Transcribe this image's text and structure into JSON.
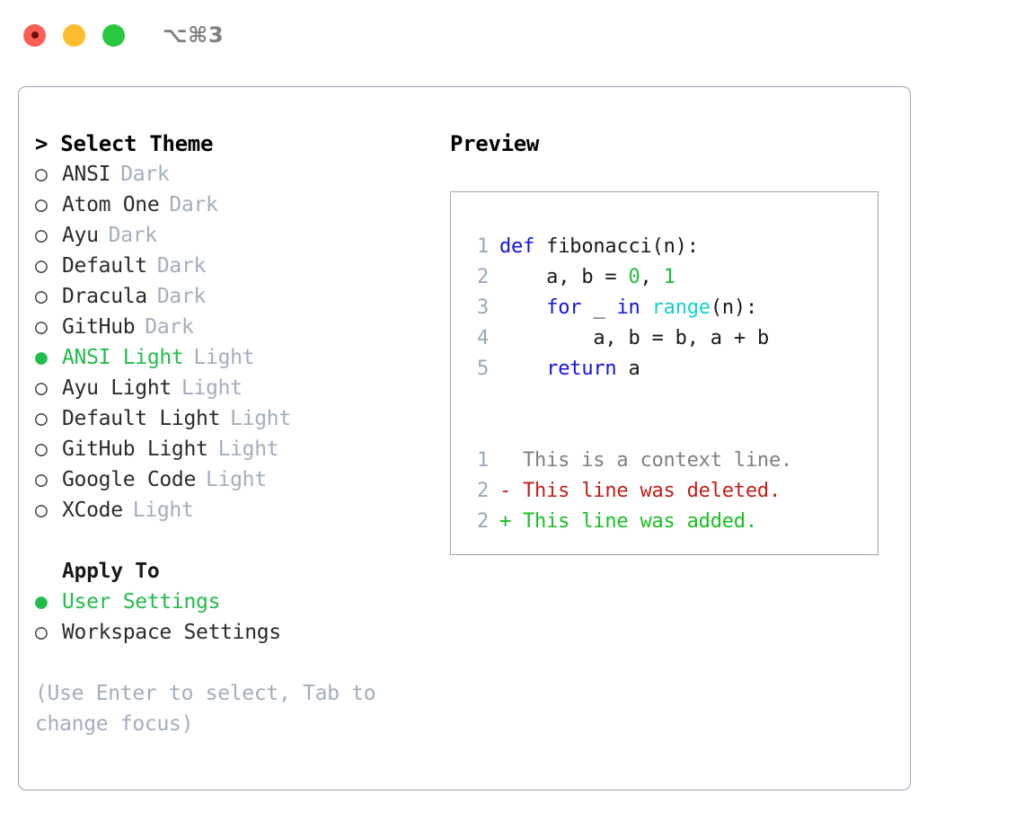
{
  "window": {
    "title": "⌥⌘3",
    "buttons": [
      {
        "name": "close",
        "color": "#ff5f57"
      },
      {
        "name": "minimize",
        "color": "#ffbd2e"
      },
      {
        "name": "zoom",
        "color": "#28c840"
      }
    ]
  },
  "theme_picker": {
    "heading": "> Select Theme",
    "bullet_off": "○",
    "bullet_on": "●",
    "items": [
      {
        "label": "ANSI",
        "tag": "Dark",
        "selected": false
      },
      {
        "label": "Atom One",
        "tag": "Dark",
        "selected": false
      },
      {
        "label": "Ayu",
        "tag": "Dark",
        "selected": false
      },
      {
        "label": "Default",
        "tag": "Dark",
        "selected": false
      },
      {
        "label": "Dracula",
        "tag": "Dark",
        "selected": false
      },
      {
        "label": "GitHub",
        "tag": "Dark",
        "selected": false
      },
      {
        "label": "ANSI Light",
        "tag": "Light",
        "selected": true
      },
      {
        "label": "Ayu Light",
        "tag": "Light",
        "selected": false
      },
      {
        "label": "Default Light",
        "tag": "Light",
        "selected": false
      },
      {
        "label": "GitHub Light",
        "tag": "Light",
        "selected": false
      },
      {
        "label": "Google Code",
        "tag": "Light",
        "selected": false
      },
      {
        "label": "XCode",
        "tag": "Light",
        "selected": false
      }
    ]
  },
  "apply_to": {
    "label": "Apply To",
    "options": [
      {
        "label": "User Settings",
        "selected": true
      },
      {
        "label": "Workspace Settings",
        "selected": false
      }
    ]
  },
  "hint": "(Use Enter to select, Tab to change focus)",
  "preview": {
    "title": "Preview",
    "code_lines": [
      {
        "no": "1",
        "tokens": [
          {
            "t": "def",
            "c": "kw"
          },
          {
            "t": " fibonacci(n):",
            "c": "plain"
          }
        ]
      },
      {
        "no": "2",
        "tokens": [
          {
            "t": "    a, b = ",
            "c": "plain"
          },
          {
            "t": "0",
            "c": "num"
          },
          {
            "t": ", ",
            "c": "plain"
          },
          {
            "t": "1",
            "c": "num"
          }
        ]
      },
      {
        "no": "3",
        "tokens": [
          {
            "t": "    ",
            "c": "plain"
          },
          {
            "t": "for",
            "c": "kw"
          },
          {
            "t": " _ ",
            "c": "plain"
          },
          {
            "t": "in",
            "c": "kw"
          },
          {
            "t": " ",
            "c": "plain"
          },
          {
            "t": "range",
            "c": "fn"
          },
          {
            "t": "(n):",
            "c": "plain"
          }
        ]
      },
      {
        "no": "4",
        "tokens": [
          {
            "t": "        a, b = b, a + b",
            "c": "plain"
          }
        ]
      },
      {
        "no": "5",
        "tokens": [
          {
            "t": "    ",
            "c": "plain"
          },
          {
            "t": "return",
            "c": "kw"
          },
          {
            "t": " a",
            "c": "plain"
          }
        ]
      }
    ],
    "diff_lines": [
      {
        "no": "1",
        "sign": " ",
        "text": "This is a context line.",
        "kind": "ctx"
      },
      {
        "no": "2",
        "sign": "-",
        "text": "This line was deleted.",
        "kind": "del"
      },
      {
        "no": "2",
        "sign": "+",
        "text": "This line was added.",
        "kind": "add"
      }
    ]
  },
  "colors": {
    "accent_green": "#21bd4a",
    "muted": "#a3aebd",
    "border": "#9aa5b4",
    "keyword": "#1414e0",
    "function": "#15cfcf",
    "number": "#1fbf3c",
    "diff_delete": "#c02018",
    "diff_add": "#18c123",
    "diff_context": "#808080"
  }
}
